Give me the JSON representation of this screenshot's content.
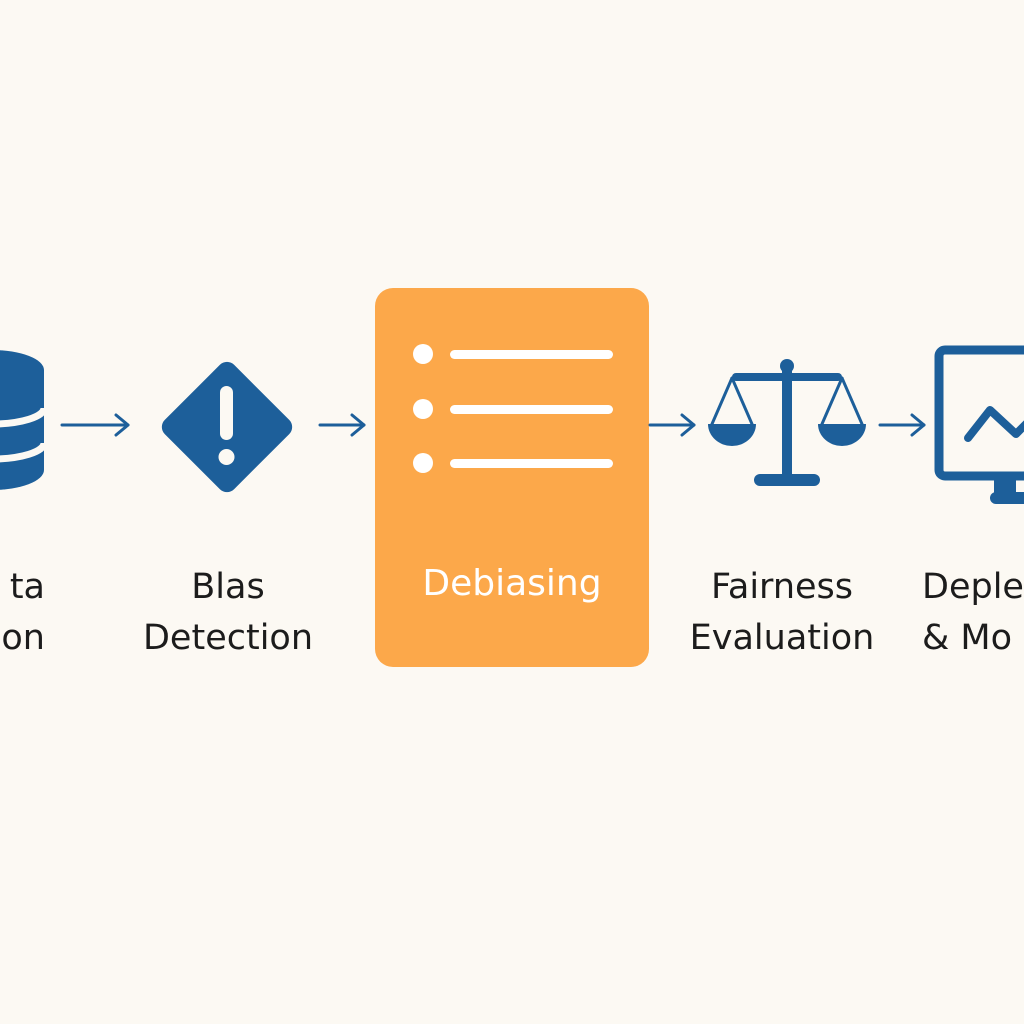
{
  "colors": {
    "background": "#fcf9f3",
    "primary": "#1d5f9a",
    "accent": "#fca84a",
    "text": "#1c1c1c",
    "card_text": "#ffffff"
  },
  "stages": [
    {
      "icon": "database-icon",
      "lines": [
        "ta",
        "ction"
      ]
    },
    {
      "icon": "warning-diamond-icon",
      "lines": [
        "Blas",
        "Detection"
      ]
    },
    {
      "icon": "checklist-icon",
      "lines": [
        "Debiasing"
      ]
    },
    {
      "icon": "balance-scale-icon",
      "lines": [
        "Fairness",
        "Evaluation"
      ]
    },
    {
      "icon": "monitor-chart-icon",
      "lines": [
        "Deple",
        "& Mo"
      ]
    }
  ]
}
